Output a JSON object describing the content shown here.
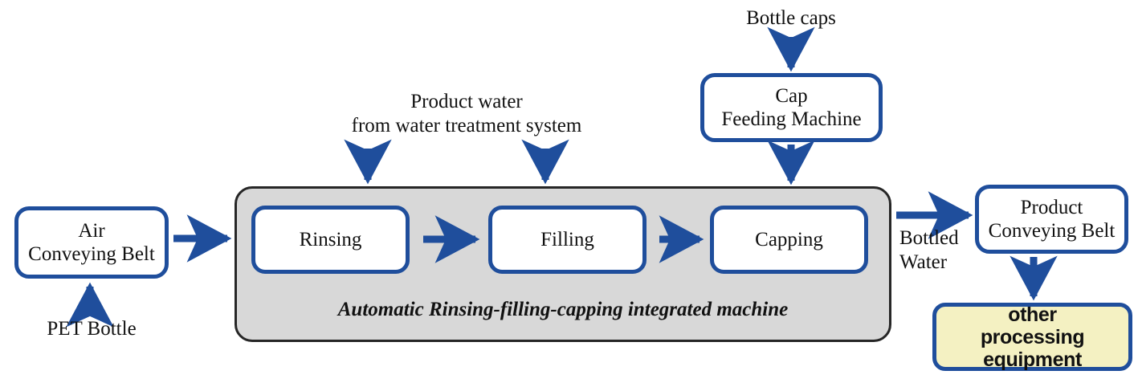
{
  "diagram": {
    "title": "Automatic bottled water production line flow",
    "colors": {
      "accent_blue": "#1f4e9c",
      "machine_fill": "#d8d8d8",
      "machine_border": "#262626",
      "highlight_yellow": "#f4f1c2",
      "text": "#111111",
      "background": "#ffffff"
    },
    "nodes": {
      "air_conveying_belt": "Air\nConveying Belt",
      "rinsing": "Rinsing",
      "filling": "Filling",
      "capping": "Capping",
      "cap_feeding_machine": "Cap\nFeeding Machine",
      "product_conveying_belt": "Product\nConveying Belt",
      "other_processing_equipment": "other\nprocessing equipment"
    },
    "container": {
      "caption": "Automatic Rinsing-filling-capping integrated machine"
    },
    "labels": {
      "pet_bottle": "PET Bottle",
      "product_water": "Product water\nfrom water treatment system",
      "bottle_caps": "Bottle caps",
      "bottled_water": "Bottled\nWater"
    },
    "flows": [
      {
        "name": "pet-bottle-to-air-conveying-belt",
        "from": "PET Bottle",
        "to": "Air Conveying Belt",
        "direction": "up"
      },
      {
        "name": "air-conveying-belt-to-machine",
        "from": "Air Conveying Belt",
        "to": "Automatic Rinsing-filling-capping integrated machine",
        "direction": "right"
      },
      {
        "name": "product-water-to-rinsing",
        "from": "Product water from water treatment system",
        "to": "Rinsing",
        "direction": "down"
      },
      {
        "name": "product-water-to-filling",
        "from": "Product water from water treatment system",
        "to": "Filling",
        "direction": "down"
      },
      {
        "name": "rinsing-to-filling",
        "from": "Rinsing",
        "to": "Filling",
        "direction": "right"
      },
      {
        "name": "filling-to-capping",
        "from": "Filling",
        "to": "Capping",
        "direction": "right"
      },
      {
        "name": "bottle-caps-to-cap-feeding-machine",
        "from": "Bottle caps",
        "to": "Cap Feeding Machine",
        "direction": "down"
      },
      {
        "name": "cap-feeding-machine-to-capping",
        "from": "Cap Feeding Machine",
        "to": "Capping",
        "direction": "down"
      },
      {
        "name": "machine-to-product-conveying-belt",
        "from": "Capping",
        "to": "Product Conveying Belt",
        "direction": "right",
        "label": "Bottled Water"
      },
      {
        "name": "product-conveying-belt-to-other-equipment",
        "from": "Product Conveying Belt",
        "to": "other processing equipment",
        "direction": "down"
      }
    ]
  }
}
